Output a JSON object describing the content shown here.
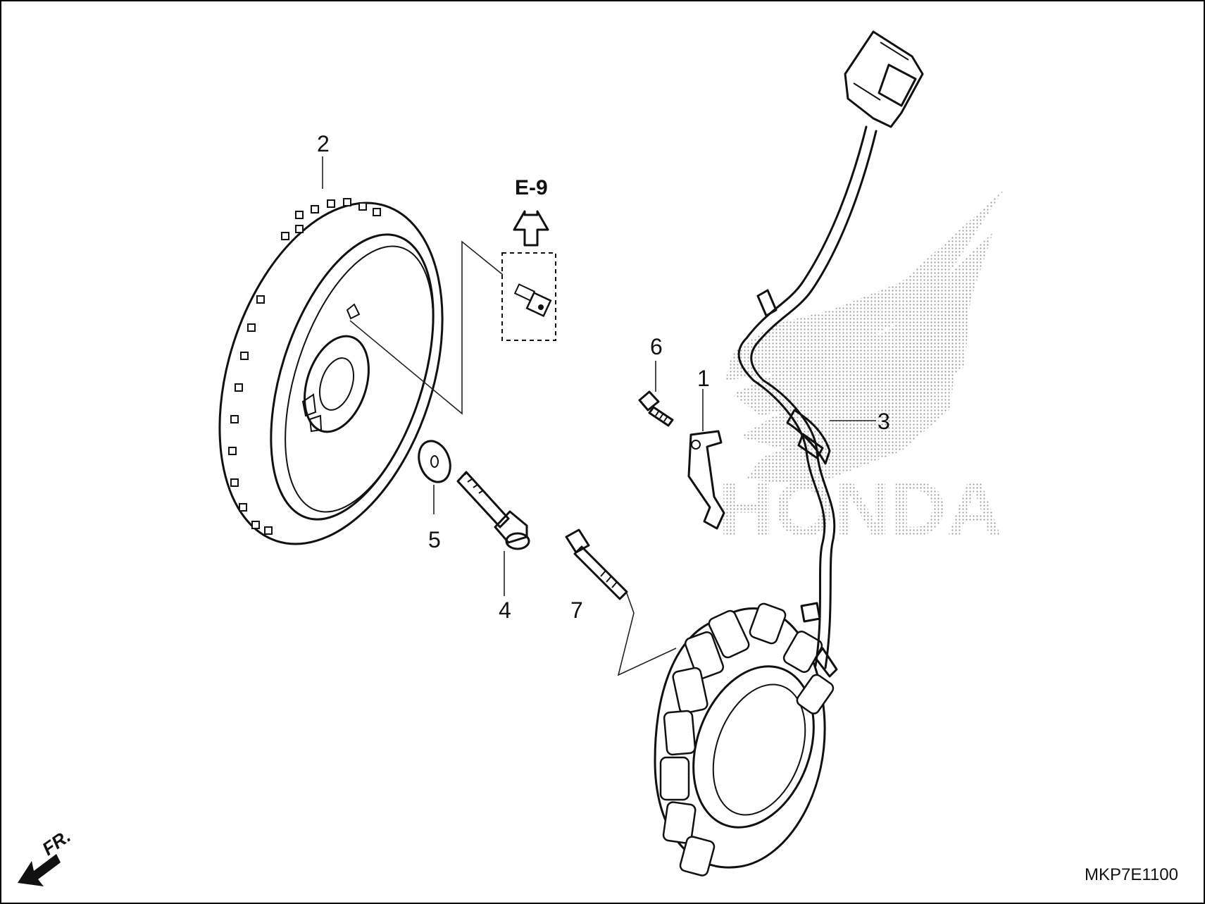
{
  "callouts": {
    "c1": "1",
    "c2": "2",
    "c3": "3",
    "c4": "4",
    "c5": "5",
    "c6": "6",
    "c7": "7"
  },
  "reference": "E-9",
  "diagram_code": "MKP7E1100",
  "front_marker": "FR.",
  "watermark": "HONDA"
}
